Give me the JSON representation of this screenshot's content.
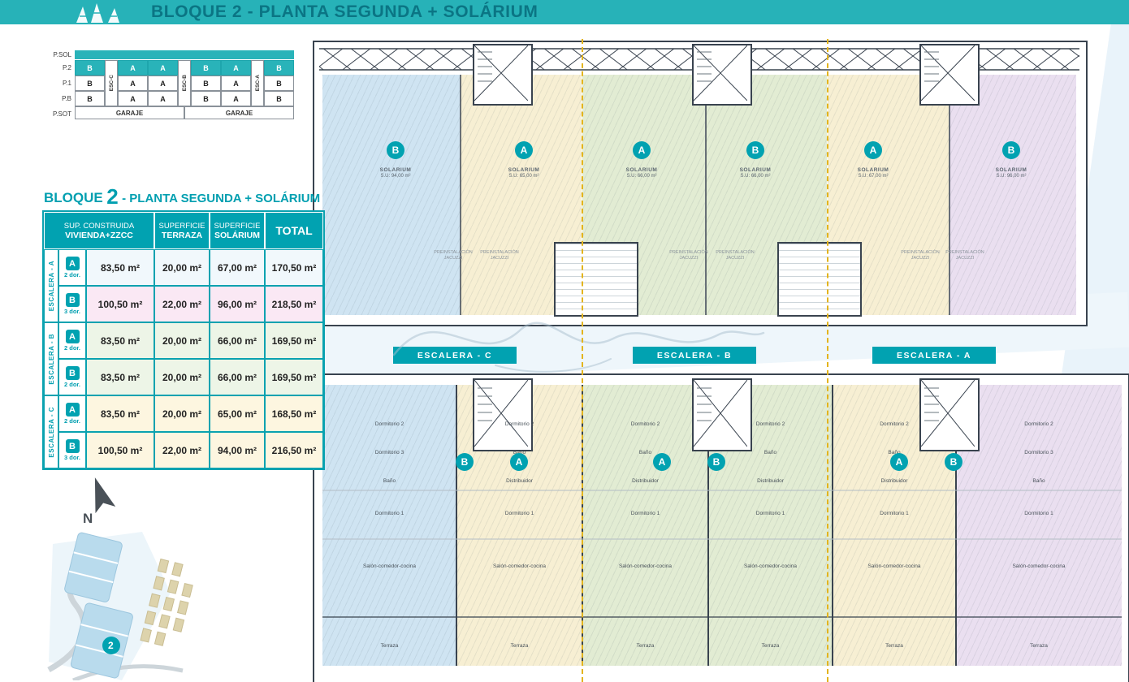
{
  "header": {
    "title": "BLOQUE 2 - PLANTA SEGUNDA + SOLÁRIUM"
  },
  "stack": {
    "floors": [
      "P.SOL",
      "P.2",
      "P.1",
      "P.B",
      "P.SOT"
    ],
    "esc": [
      "ESC-C",
      "ESC-B",
      "ESC-A"
    ],
    "letters": [
      "B",
      "A",
      "A",
      "B",
      "A",
      "B"
    ],
    "garaje": [
      "GARAJE",
      "GARAJE"
    ]
  },
  "title_block": {
    "word": "BLOQUE",
    "number": "2",
    "rest": "- PLANTA SEGUNDA + SOLÁRIUM"
  },
  "table": {
    "col1_line1": "SUP. CONSTRUIDA",
    "col1_line2": "VIVIENDA+ZZCC",
    "col2_line1": "SUPERFICIE",
    "col2_line2": "TERRAZA",
    "col3_line1": "SUPERFICIE",
    "col3_line2": "SOLÁRIUM",
    "col4": "TOTAL",
    "groups": [
      {
        "label": "ESCALERA - A",
        "rows": [
          {
            "letter": "A",
            "dorm": "2 dor.",
            "vivienda": "83,50 m²",
            "terraza": "20,00 m²",
            "solarium": "67,00 m²",
            "total": "170,50 m²",
            "tint": "#f1f8fc"
          },
          {
            "letter": "B",
            "dorm": "3 dor.",
            "vivienda": "100,50 m²",
            "terraza": "22,00 m²",
            "solarium": "96,00 m²",
            "total": "218,50 m²",
            "tint": "#fae8f4"
          }
        ]
      },
      {
        "label": "ESCALERA - B",
        "rows": [
          {
            "letter": "A",
            "dorm": "2 dor.",
            "vivienda": "83,50 m²",
            "terraza": "20,00 m²",
            "solarium": "66,00 m²",
            "total": "169,50 m²",
            "tint": "#edf5e7"
          },
          {
            "letter": "B",
            "dorm": "2 dor.",
            "vivienda": "83,50 m²",
            "terraza": "20,00 m²",
            "solarium": "66,00 m²",
            "total": "169,50 m²",
            "tint": "#edf5e7"
          }
        ]
      },
      {
        "label": "ESCALERA - C",
        "rows": [
          {
            "letter": "A",
            "dorm": "2 dor.",
            "vivienda": "83,50 m²",
            "terraza": "20,00 m²",
            "solarium": "65,00 m²",
            "total": "168,50 m²",
            "tint": "#fdf6e0"
          },
          {
            "letter": "B",
            "dorm": "3 dor.",
            "vivienda": "100,50 m²",
            "terraza": "22,00 m²",
            "solarium": "94,00 m²",
            "total": "216,50 m²",
            "tint": "#fdf6e0"
          }
        ]
      }
    ]
  },
  "compass": {
    "label": "N"
  },
  "siteplan": {
    "block_label": "2"
  },
  "solarium_plan": {
    "zones": [
      {
        "letter": "B",
        "line1": "SOLARIUM",
        "line2": "S.U: 94,00 m²",
        "color": "#cfe4f2"
      },
      {
        "letter": "A",
        "line1": "SOLARIUM",
        "line2": "S.U: 65,00 m²",
        "color": "#f7efd3"
      },
      {
        "letter": "A",
        "line1": "SOLARIUM",
        "line2": "S.U: 66,00 m²",
        "color": "#e2ecd3"
      },
      {
        "letter": "B",
        "line1": "SOLARIUM",
        "line2": "S.U: 66,00 m²",
        "color": "#e2ecd3"
      },
      {
        "letter": "A",
        "line1": "SOLARIUM",
        "line2": "S.U: 67,00 m²",
        "color": "#f7efd3"
      },
      {
        "letter": "B",
        "line1": "SOLARIUM",
        "line2": "S.U: 96,00 m²",
        "color": "#eadff0"
      }
    ],
    "jacuzzi_line1": "PREINSTALACIÓN",
    "jacuzzi_line2": "JACUZZI"
  },
  "banners": [
    {
      "label": "ESCALERA - C"
    },
    {
      "label": "ESCALERA - B"
    },
    {
      "label": "ESCALERA - A"
    }
  ],
  "floor_plan": {
    "units": [
      {
        "letter": "B",
        "color": "#cfe4f2",
        "rooms": [
          "Dormitorio 2",
          "Dormitorio 3",
          "Baño",
          "Dormitorio 1",
          "Salón-comedor-cocina",
          "Terraza"
        ]
      },
      {
        "letter": "A",
        "color": "#f7efd3",
        "rooms": [
          "Dormitorio 2",
          "Baño",
          "Distribuidor",
          "Dormitorio 1",
          "Salón-comedor-cocina",
          "Terraza"
        ]
      },
      {
        "letter": "A",
        "color": "#e2ecd3",
        "rooms": [
          "Dormitorio 2",
          "Baño",
          "Distribuidor",
          "Dormitorio 1",
          "Salón-comedor-cocina",
          "Terraza"
        ]
      },
      {
        "letter": "B",
        "color": "#e2ecd3",
        "rooms": [
          "Dormitorio 2",
          "Baño",
          "Distribuidor",
          "Dormitorio 1",
          "Salón-comedor-cocina",
          "Terraza"
        ]
      },
      {
        "letter": "A",
        "color": "#f7efd3",
        "rooms": [
          "Dormitorio 2",
          "Baño",
          "Distribuidor",
          "Dormitorio 1",
          "Salón-comedor-cocina",
          "Terraza"
        ]
      },
      {
        "letter": "B",
        "color": "#eadff0",
        "rooms": [
          "Dormitorio 2",
          "Dormitorio 3",
          "Baño",
          "Dormitorio 1",
          "Salón-comedor-cocina",
          "Terraza"
        ]
      }
    ]
  },
  "colors": {
    "accent": "#01a2b1",
    "header_band": "#27b2b8",
    "wall": "#39434f",
    "joint": "#e3b41d"
  }
}
